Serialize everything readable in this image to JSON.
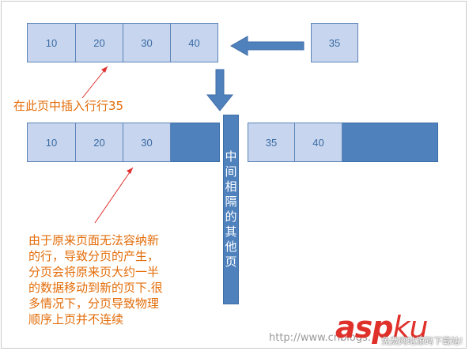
{
  "top_page": {
    "cells": [
      "10",
      "20",
      "30",
      "40"
    ]
  },
  "new_row": {
    "value": "35"
  },
  "bottom_left_page": {
    "cells": [
      "10",
      "20",
      "30",
      ""
    ]
  },
  "bottom_right_page": {
    "cells": [
      "35",
      "40",
      ""
    ]
  },
  "insert_note": "在此页中插入行行35",
  "middle_label": [
    "中",
    "间",
    "相",
    "隔",
    "的",
    "其",
    "他",
    "页"
  ],
  "split_note": [
    "由于原来页面无法容纳新",
    "的行，导致分页的产生，",
    "分页会将原来页大约一半",
    "的数据移动到新的页下.很",
    "多情况下，分页导致物理",
    "顺序上页并不连续"
  ],
  "watermark": {
    "logo_a": "asp",
    "logo_b": "ku",
    "url": "http://www.cnblogs.",
    "sub": "免费网站源码下载站!"
  },
  "colors": {
    "cell_light": "#c7d6ee",
    "cell_dark": "#4f81bd",
    "cell_border": "#5b84b8",
    "note_text": "#e36c09",
    "pointer": "#e03030",
    "arrow": "#4f81bd"
  }
}
